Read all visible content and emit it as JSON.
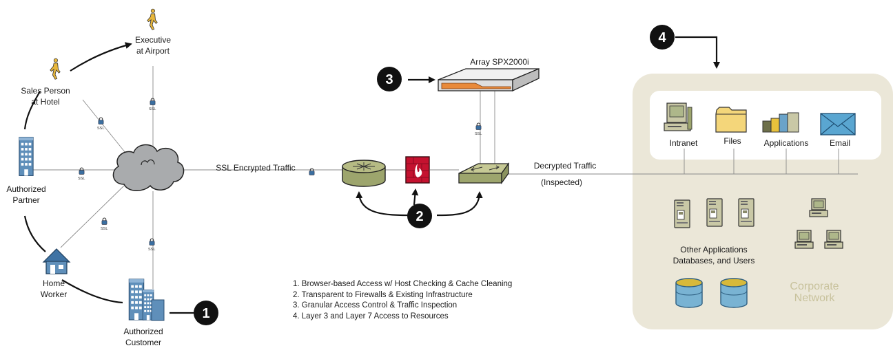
{
  "nodes": {
    "executive": [
      "Executive",
      "at Airport"
    ],
    "sales": [
      "Sales Person",
      "at Hotel"
    ],
    "partner": [
      "Authorized",
      "Partner"
    ],
    "home": [
      "Home",
      "Worker"
    ],
    "customer": [
      "Authorized",
      "Customer"
    ],
    "device": "Array SPX2000i",
    "intranet": "Intranet",
    "files": "Files",
    "applications": "Applications",
    "email": "Email",
    "other": [
      "Other Applications",
      "Databases, and Users"
    ],
    "corporate": [
      "Corporate",
      "Network"
    ]
  },
  "traffic": {
    "ssl_encrypted": "SSL Encrypted Traffic",
    "decrypted": "Decrypted Traffic",
    "inspected": "(Inspected)",
    "ssl_tag": "SSL"
  },
  "callouts": [
    "1",
    "2",
    "3",
    "4"
  ],
  "legend": [
    "1. Browser-based Access w/ Host Checking  & Cache Cleaning",
    "2.  Transparent to Firewalls & Existing Infrastructure",
    "3. Granular Access Control & Traffic Inspection",
    "4. Layer 3 and Layer 7 Access to Resources"
  ],
  "colors": {
    "corporate_bg": "#ebe7d8",
    "panel": "#ffffff",
    "router_green": "#b6bb84",
    "firewall_red": "#c4122f",
    "cloud_gray": "#a9abad",
    "building_blue": "#5f8fba",
    "db_blue": "#79b3d3",
    "server_beige": "#c9c8a6",
    "folder_yellow": "#f4d67a",
    "walker_yellow": "#e8b73c",
    "device_orange": "#e98a3a"
  },
  "icons": [
    "walker-icon",
    "building-icon",
    "house-icon",
    "cloud-icon",
    "lock-icon",
    "router-icon",
    "firewall-icon",
    "switch-icon",
    "appliance-icon",
    "computer-icon",
    "folder-icon",
    "applications-icon",
    "email-icon",
    "server-icon",
    "workstation-icon",
    "database-icon"
  ]
}
